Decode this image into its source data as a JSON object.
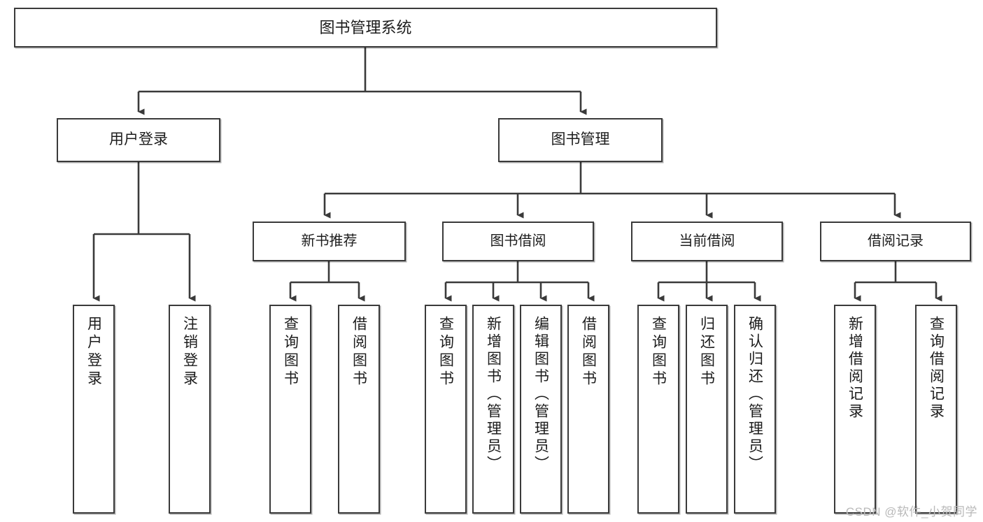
{
  "diagram": {
    "title": "图书管理系统",
    "watermark": "CSDN @软件_小贺同学",
    "colors": {
      "box_border": "#3a3a3a",
      "box_fill": "#ffffff",
      "connector": "#3a3a3a",
      "text": "#1c1c1c",
      "watermark": "#b9b9b9",
      "background": "#ffffff"
    },
    "root": {
      "label": "图书管理系统"
    },
    "level2": [
      {
        "label": "用户登录"
      },
      {
        "label": "图书管理"
      }
    ],
    "level3": [
      {
        "label": "新书推荐"
      },
      {
        "label": "图书借阅"
      },
      {
        "label": "当前借阅"
      },
      {
        "label": "借阅记录"
      }
    ],
    "leaves": {
      "user_login": [
        {
          "label": "用户登录"
        },
        {
          "label": "注销登录"
        }
      ],
      "new_book_recommend": [
        {
          "label": "查询图书"
        },
        {
          "label": "借阅图书"
        }
      ],
      "book_borrow": [
        {
          "label": "查询图书"
        },
        {
          "label": "新增图书（管理员）"
        },
        {
          "label": "编辑图书（管理员）"
        },
        {
          "label": "借阅图书"
        }
      ],
      "current_borrow": [
        {
          "label": "查询图书"
        },
        {
          "label": "归还图书"
        },
        {
          "label": "确认归还（管理员）"
        }
      ],
      "borrow_record": [
        {
          "label": "新增借阅记录"
        },
        {
          "label": "查询借阅记录"
        }
      ]
    }
  }
}
